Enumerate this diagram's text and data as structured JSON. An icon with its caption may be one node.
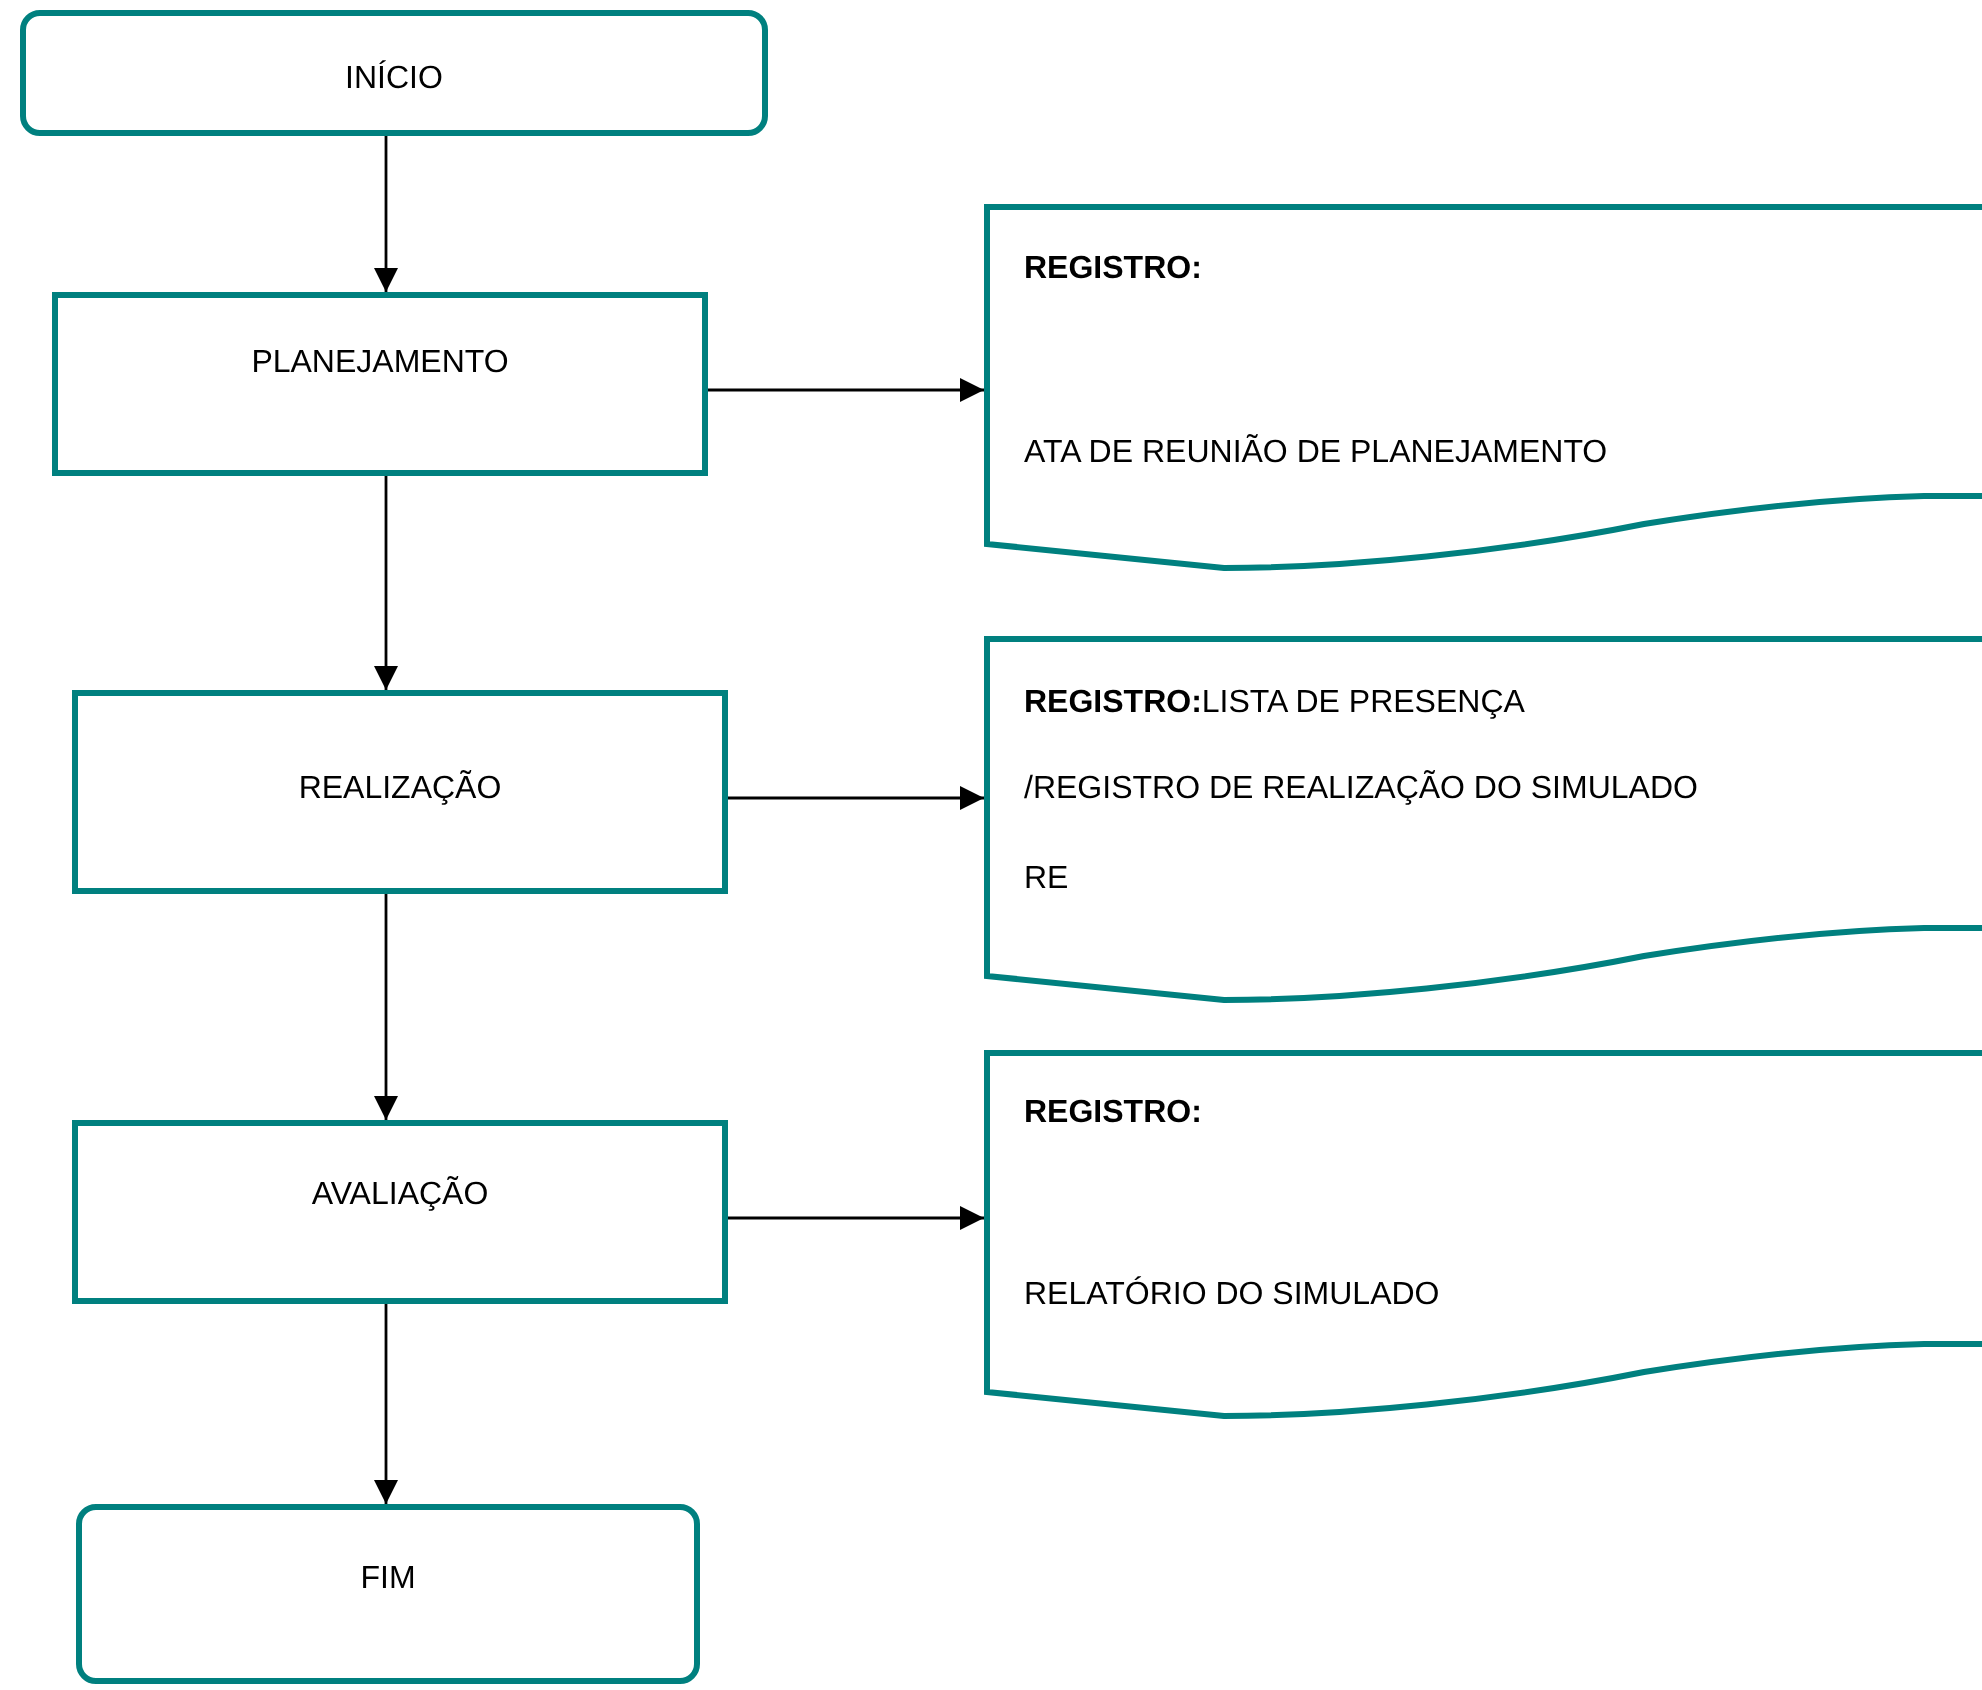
{
  "diagram": {
    "nodes": [
      {
        "text": [
          "INÍCIO"
        ]
      },
      {
        "text": [
          "PLANEJAMENTO"
        ]
      },
      {
        "text": [
          "REGISTRO:",
          "ATA DE REUNIÃO DE PLANEJAMENTO"
        ]
      },
      {
        "text": [
          "REALIZAÇÃO"
        ]
      },
      {
        "text": [
          "**REGISTRO:**LISTA DE PRESENÇA",
          "/REGISTRO DE REALIZAÇÃO DO SIMULADO",
          "RE"
        ]
      },
      {
        "text": [
          "AVALIAÇÃO"
        ]
      },
      {
        "text": [
          "REGISTRO:",
          "RELATÓRIO DO SIMULADO"
        ]
      },
      {
        "text": [
          "FIM"
        ]
      }
    ],
    "edges": [
      {
        "from": 0,
        "to": 1,
        "arrow": "to"
      },
      {
        "from": 1,
        "to": 2,
        "arrow": "to"
      },
      {
        "from": 1,
        "to": 3,
        "arrow": "to"
      },
      {
        "from": 3,
        "to": 4,
        "arrow": "to"
      },
      {
        "from": 3,
        "to": 5,
        "arrow": "to"
      },
      {
        "from": 5,
        "to": 6,
        "arrow": "to"
      },
      {
        "from": 5,
        "to": 7,
        "arrow": "to"
      }
    ]
  }
}
